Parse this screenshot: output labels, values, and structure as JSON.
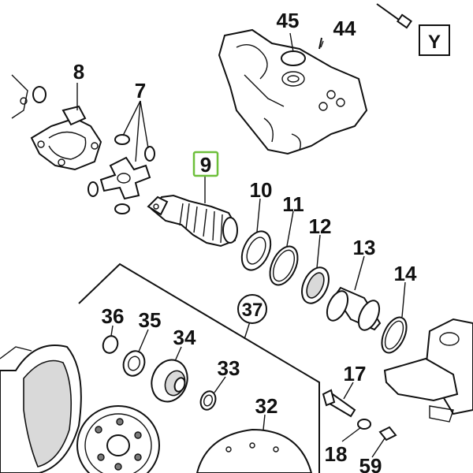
{
  "corner_tag": "Y",
  "highlight_color": "#6dbf3a",
  "highlighted_callout": "9",
  "callouts": {
    "c45": "45",
    "c44": "44",
    "c8": "8",
    "c7": "7",
    "c9": "9",
    "c10": "10",
    "c11": "11",
    "c12": "12",
    "c13": "13",
    "c14": "14",
    "c36": "36",
    "c35": "35",
    "c34": "34",
    "c37": "37",
    "c33": "33",
    "c32": "32",
    "c17": "17",
    "c18": "18",
    "c59": "59"
  }
}
